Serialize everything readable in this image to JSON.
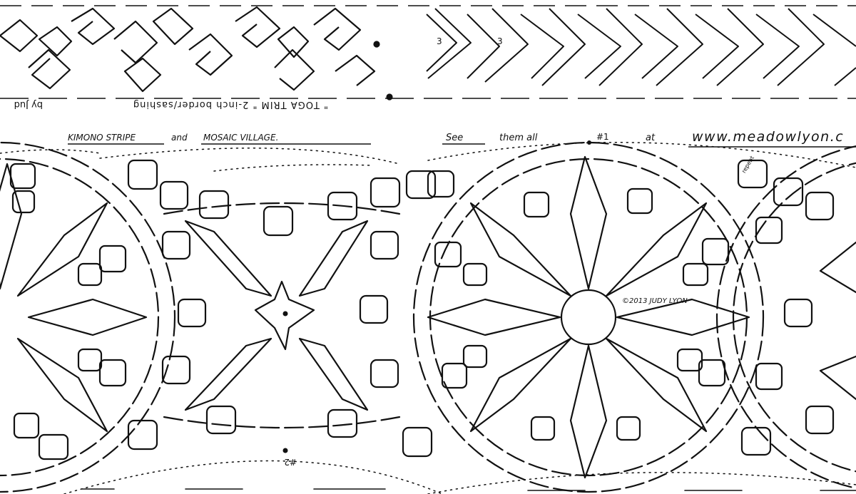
{
  "top_band": {
    "title_upside_down": "\" TOGA TRIM \" 2-inch border/sashing",
    "byline_fragment": "by Jud"
  },
  "middle_line": {
    "text_left": "KIMONO STRIPE",
    "text_and": "and",
    "text_mosaic": "MOSAIC VILLAGE.",
    "text_see": "See",
    "text_them_all": "them all",
    "text_at": "at",
    "url": "www.meadowlyon.c"
  },
  "labels": {
    "start_mark_1": "#1",
    "start_mark_2": "#2",
    "copyright": "©2013 JUDY LYON",
    "repeat_note": "repeat",
    "arrow_marks": [
      "3",
      "3"
    ]
  },
  "colors": {
    "ink": "#111111",
    "paper": "#ffffff"
  }
}
